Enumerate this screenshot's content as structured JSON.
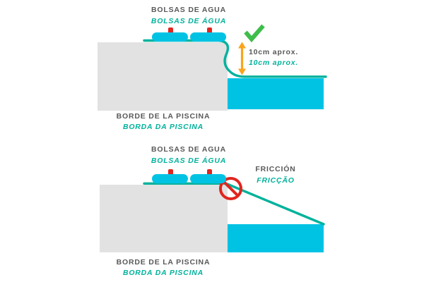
{
  "diagram_correct": {
    "title_es": "BOLSAS DE AGUA",
    "title_pt": "BOLSAS DE ÁGUA",
    "measurement_es": "10cm aprox.",
    "measurement_pt": "10cm aprox.",
    "caption_es": "BORDE DE LA PISCINA",
    "caption_pt": "BORDA DA PISCINA",
    "status_icon": "check-icon"
  },
  "diagram_incorrect": {
    "title_es": "BOLSAS DE AGUA",
    "title_pt": "BOLSAS DE ÁGUA",
    "friction_es": "FRICCIÓN",
    "friction_pt": "FRICÇÃO",
    "caption_es": "BORDE DE LA PISCINA",
    "caption_pt": "BORDA DA PISCINA",
    "status_icon": "no-friction-icon"
  },
  "colors": {
    "teal_accent": "#00b29c",
    "cyan_water": "#00c3e4",
    "gray_text": "#58595b",
    "block_gray": "#e2e2e2",
    "orange_arrow": "#f9a41c",
    "green_check": "#3ebd4b",
    "red_prohibition": "#e1251f",
    "background": "#ffffff"
  }
}
